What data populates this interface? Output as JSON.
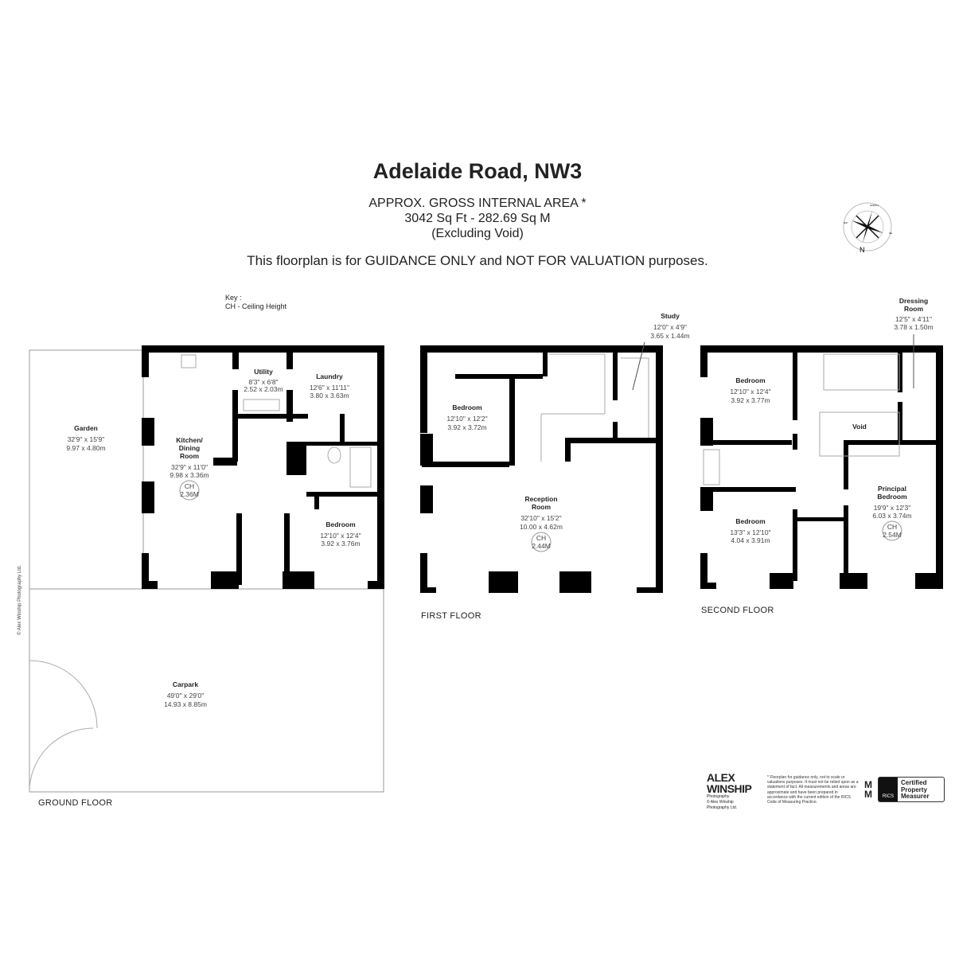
{
  "header": {
    "title": "Adelaide Road, NW3",
    "area_label": "APPROX. GROSS INTERNAL  AREA *",
    "area_value": "3042 Sq Ft  -  282.69 Sq M",
    "area_note": "(Excluding Void)",
    "guidance": "This floorplan is for GUIDANCE ONLY and NOT FOR VALUATION purposes."
  },
  "key": {
    "title": "Key :",
    "ch": "CH - Ceiling Height"
  },
  "compass": {
    "north": "N",
    "ring_top": "NORTH",
    "ring_left": "NW",
    "ring_right": "SE"
  },
  "ground_floor": {
    "label": "GROUND FLOOR",
    "rooms": [
      {
        "name": "Garden",
        "imperial": "32'9\" x 15'9\"",
        "metric": "9.97 x 4.80m"
      },
      {
        "name": "Kitchen/",
        "name2": "Dining",
        "name3": "Room",
        "imperial": "32'9\" x 11'0\"",
        "metric": "9.98 x 3.36m",
        "ch": "2.36M"
      },
      {
        "name": "Utility",
        "imperial": "8'3\" x 6'8\"",
        "metric": "2.52 x 2.03m"
      },
      {
        "name": "Laundry",
        "imperial": "12'6\" x 11'11\"",
        "metric": "3.80 x 3.63m"
      },
      {
        "name": "Bedroom",
        "imperial": "12'10\" x 12'4\"",
        "metric": "3.92 x 3.76m"
      },
      {
        "name": "Carpark",
        "imperial": "49'0\" x 29'0\"",
        "metric": "14.93 x 8.85m"
      }
    ]
  },
  "first_floor": {
    "label": "FIRST FLOOR",
    "rooms": [
      {
        "name": "Study",
        "imperial": "12'0\" x 4'9\"",
        "metric": "3.65 x 1.44m"
      },
      {
        "name": "Bedroom",
        "imperial": "12'10\" x 12'2\"",
        "metric": "3.92 x 3.72m"
      },
      {
        "name": "Reception",
        "name2": "Room",
        "imperial": "32'10\" x 15'2\"",
        "metric": "10.00 x 4.62m",
        "ch": "2.44M"
      }
    ]
  },
  "second_floor": {
    "label": "SECOND FLOOR",
    "rooms": [
      {
        "name": "Dressing",
        "name2": "Room",
        "imperial": "12'5\" x 4'11\"",
        "metric": "3.78 x 1.50m"
      },
      {
        "name": "Bedroom",
        "imperial": "12'10\" x 12'4\"",
        "metric": "3.92 x 3.77m"
      },
      {
        "name": "Void"
      },
      {
        "name": "Principal",
        "name2": "Bedroom",
        "imperial": "19'9\" x 12'3\"",
        "metric": "6.03 x 3.74m",
        "ch": "2.54M"
      },
      {
        "name": "Bedroom",
        "imperial": "13'3\" x 12'10\"",
        "metric": "4.04 x 3.91m"
      }
    ]
  },
  "ch_label": "CH",
  "footer": {
    "logo_line1": "ALEX",
    "logo_line2": "WINSHIP",
    "logo_sub": "Photography",
    "logo_copy": "© Alex Winship Photography Ltd.",
    "disclaimer": "* Floorplan for guidance only, not to scale or valuations purposes. It must not be relied upon as a statement of fact. All measurements and areas are approximate and have been prepared in accordance with the current edition of the RICS Code of Measuring Practice.",
    "rics": "RICS",
    "certified": "Certified",
    "property": "Property",
    "measurer": "Measurer",
    "side_copy": "© Alex Winship Photography Ltd."
  }
}
